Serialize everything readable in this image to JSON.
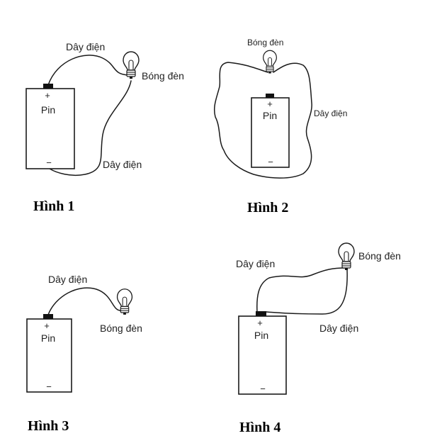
{
  "figures": [
    {
      "caption": "Hình 1",
      "battery": {
        "label": "Pin",
        "positive": "+",
        "negative": "−"
      },
      "bulb_label": "Bóng đèn",
      "wire_labels": [
        "Dây điện",
        "Dây điện"
      ]
    },
    {
      "caption": "Hình 2",
      "battery": {
        "label": "Pin",
        "positive": "+",
        "negative": "−"
      },
      "bulb_label": "Bóng đèn",
      "wire_labels": [
        "Dây điện"
      ]
    },
    {
      "caption": "Hình 3",
      "battery": {
        "label": "Pin",
        "positive": "+",
        "negative": "−"
      },
      "bulb_label": "Bóng đèn",
      "wire_labels": [
        "Dây điện"
      ]
    },
    {
      "caption": "Hình 4",
      "battery": {
        "label": "Pin",
        "positive": "+",
        "negative": "−"
      },
      "bulb_label": "Bóng đèn",
      "wire_labels": [
        "Dây điện",
        "Dây điện"
      ]
    }
  ],
  "icons": {
    "bulb": "light-bulb-icon",
    "battery": "battery-icon"
  }
}
